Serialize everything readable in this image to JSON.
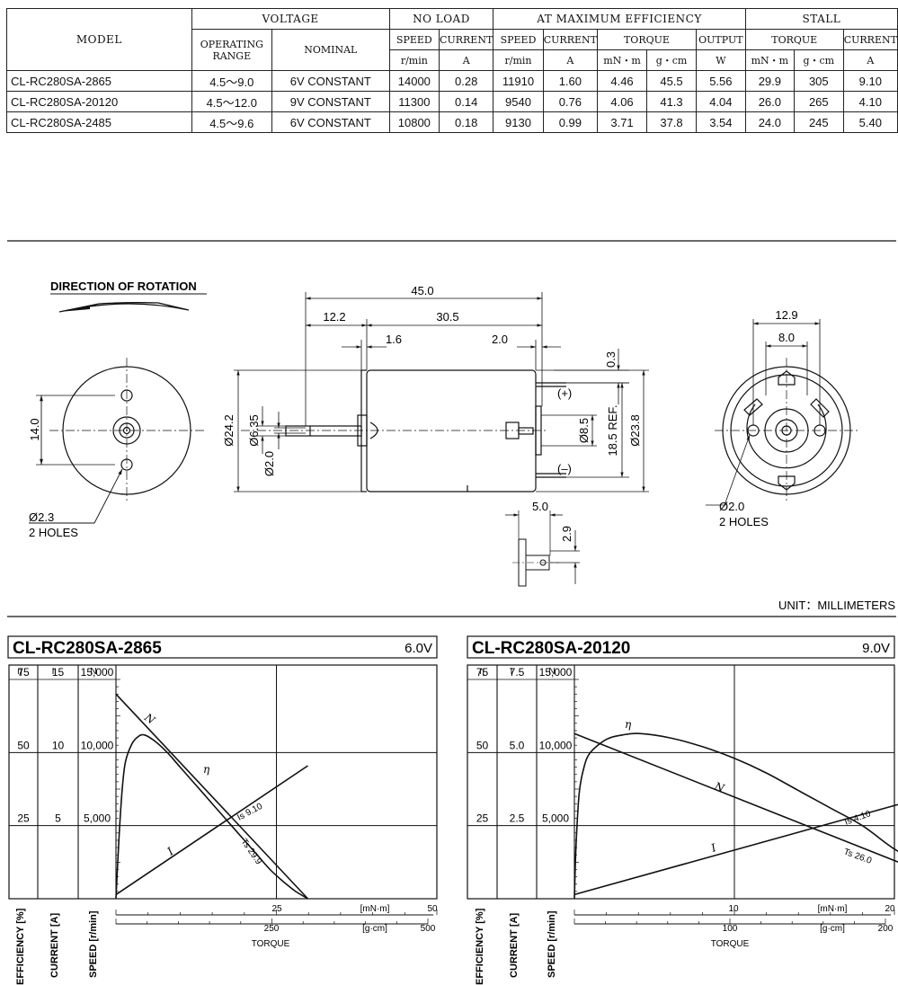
{
  "table": {
    "h_model": "MODEL",
    "h_voltage": "VOLTAGE",
    "h_noload": "NO LOAD",
    "h_maxeff": "AT MAXIMUM EFFICIENCY",
    "h_stall": "STALL",
    "h_operating": "OPERATING",
    "h_range": "RANGE",
    "h_nominal": "NOMINAL",
    "h_speed": "SPEED",
    "h_current": "CURRENT",
    "h_torque": "TORQUE",
    "h_output": "OUTPUT",
    "u_rmin": "r/min",
    "u_a": "A",
    "u_mnm": "mN・m",
    "u_gcm": "g・cm",
    "u_w": "W",
    "rows": [
      [
        "CL-RC280SA-2865",
        "4.5〜9.0",
        "6V CONSTANT",
        "14000",
        "0.28",
        "11910",
        "1.60",
        "4.46",
        "45.5",
        "5.56",
        "29.9",
        "305",
        "9.10"
      ],
      [
        "CL-RC280SA-20120",
        "4.5〜12.0",
        "9V CONSTANT",
        "11300",
        "0.14",
        "9540",
        "0.76",
        "4.06",
        "41.3",
        "4.04",
        "26.0",
        "265",
        "4.10"
      ],
      [
        "CL-RC280SA-2485",
        "4.5〜9.6",
        "6V CONSTANT",
        "10800",
        "0.18",
        "9130",
        "0.99",
        "3.71",
        "37.8",
        "3.54",
        "24.0",
        "245",
        "5.40"
      ]
    ]
  },
  "drawing": {
    "direction_of_rotation": "DIRECTION OF ROTATION",
    "dim_45": "45.0",
    "dim_12_2": "12.2",
    "dim_30_5": "30.5",
    "dim_1_6": "1.6",
    "dim_2_0": "2.0",
    "dim_0_3": "0.3",
    "dim_d24_2": "Ø24.2",
    "dim_d6_35": "Ø6.35",
    "dim_d2_0": "Ø2.0",
    "dim_d8_5": "Ø8.5",
    "dim_18_5": "18.5 REF.",
    "dim_d23_8": "Ø23.8",
    "plus": "(+)",
    "minus": "(–)",
    "dim_5_0": "5.0",
    "dim_2_9": "2.9",
    "dim_14_0": "14.0",
    "front_holes_size": "Ø2.3",
    "front_holes_count": "2 HOLES",
    "dim_12_9": "12.9",
    "dim_8_0": "8.0",
    "rear_holes_size": "Ø2.0",
    "rear_holes_count": "2 HOLES",
    "unit": "UNIT：MILLIMETERS"
  },
  "chart_data": [
    {
      "type": "line",
      "title": "CL-RC280SA-2865",
      "voltage": "6.0V",
      "xlabel": "TORQUE",
      "x_unit_primary": "[mN·m]",
      "x_unit_secondary": "[g·cm]",
      "x_ticks": [
        "25",
        "50"
      ],
      "x_ticks_secondary": [
        "250",
        "500"
      ],
      "xlim": [
        0,
        50
      ],
      "axis_symbols": [
        "η",
        "I",
        "N"
      ],
      "y_axis_labels": [
        "EFFICIENCY [%]",
        "CURRENT [A]",
        "SPEED [r/min]"
      ],
      "eff_ticks": [
        "75",
        "50",
        "25"
      ],
      "cur_ticks": [
        "15",
        "10",
        "5"
      ],
      "spd_ticks": [
        "15,000",
        "10,000",
        "5,000"
      ],
      "ylim_speed": [
        0,
        15000
      ],
      "ylim_current": [
        0,
        15
      ],
      "ylim_efficiency": [
        0,
        75
      ],
      "series": [
        {
          "name": "N",
          "points": [
            [
              0,
              14000
            ],
            [
              29.9,
              0
            ]
          ]
        },
        {
          "name": "I",
          "points": [
            [
              0,
              0.28
            ],
            [
              29.9,
              9.1
            ]
          ]
        },
        {
          "name": "η",
          "points": [
            [
              0,
              0
            ],
            [
              0.5,
              22
            ],
            [
              1.0,
              38
            ],
            [
              1.5,
              47
            ],
            [
              2.5,
              53
            ],
            [
              3.5,
              55.5
            ],
            [
              4.46,
              56
            ],
            [
              6,
              54
            ],
            [
              8,
              50
            ],
            [
              10,
              45
            ],
            [
              12,
              40
            ],
            [
              14,
              35
            ],
            [
              16,
              30
            ],
            [
              18,
              25
            ],
            [
              20,
              20
            ],
            [
              22,
              15
            ],
            [
              24,
              10
            ],
            [
              26,
              6
            ],
            [
              28,
              2.5
            ],
            [
              29.9,
              0
            ]
          ]
        }
      ],
      "annotations": [
        "Is 9.10",
        "Ts 29.9"
      ]
    },
    {
      "type": "line",
      "title": "CL-RC280SA-20120",
      "voltage": "9.0V",
      "xlabel": "TORQUE",
      "x_unit_primary": "[mN·m]",
      "x_unit_secondary": "[g·cm]",
      "x_ticks": [
        "10",
        "20"
      ],
      "x_ticks_secondary": [
        "100",
        "200"
      ],
      "xlim": [
        0,
        20
      ],
      "axis_symbols": [
        "η",
        "I",
        "N"
      ],
      "y_axis_labels": [
        "EFFICIENCY [%]",
        "CURRENT [A]",
        "SPEED [r/min]"
      ],
      "eff_ticks": [
        "75",
        "50",
        "25"
      ],
      "cur_ticks": [
        "7.5",
        "5.0",
        "2.5"
      ],
      "spd_ticks": [
        "15,000",
        "10,000",
        "5,000"
      ],
      "ylim_speed": [
        0,
        15000
      ],
      "ylim_current": [
        0,
        7.5
      ],
      "ylim_efficiency": [
        0,
        75
      ],
      "series": [
        {
          "name": "N",
          "points": [
            [
              0,
              11300
            ],
            [
              26.0,
              0
            ]
          ]
        },
        {
          "name": "I",
          "points": [
            [
              0,
              0.14
            ],
            [
              26.0,
              4.1
            ]
          ]
        },
        {
          "name": "η",
          "points": [
            [
              0,
              0
            ],
            [
              0.1,
              18
            ],
            [
              0.3,
              36
            ],
            [
              0.6,
              45
            ],
            [
              1.0,
              50
            ],
            [
              2.0,
              54.5
            ],
            [
              3.0,
              56
            ],
            [
              4.06,
              56.5
            ],
            [
              6,
              55
            ],
            [
              8,
              52
            ],
            [
              10,
              48
            ],
            [
              12,
              43
            ],
            [
              14,
              37
            ],
            [
              16,
              31
            ],
            [
              18,
              25
            ],
            [
              20,
              17
            ],
            [
              22,
              11
            ],
            [
              24,
              5
            ],
            [
              26,
              0
            ]
          ]
        }
      ],
      "annotations": [
        "Is 4.10",
        "Ts 26.0"
      ]
    }
  ]
}
